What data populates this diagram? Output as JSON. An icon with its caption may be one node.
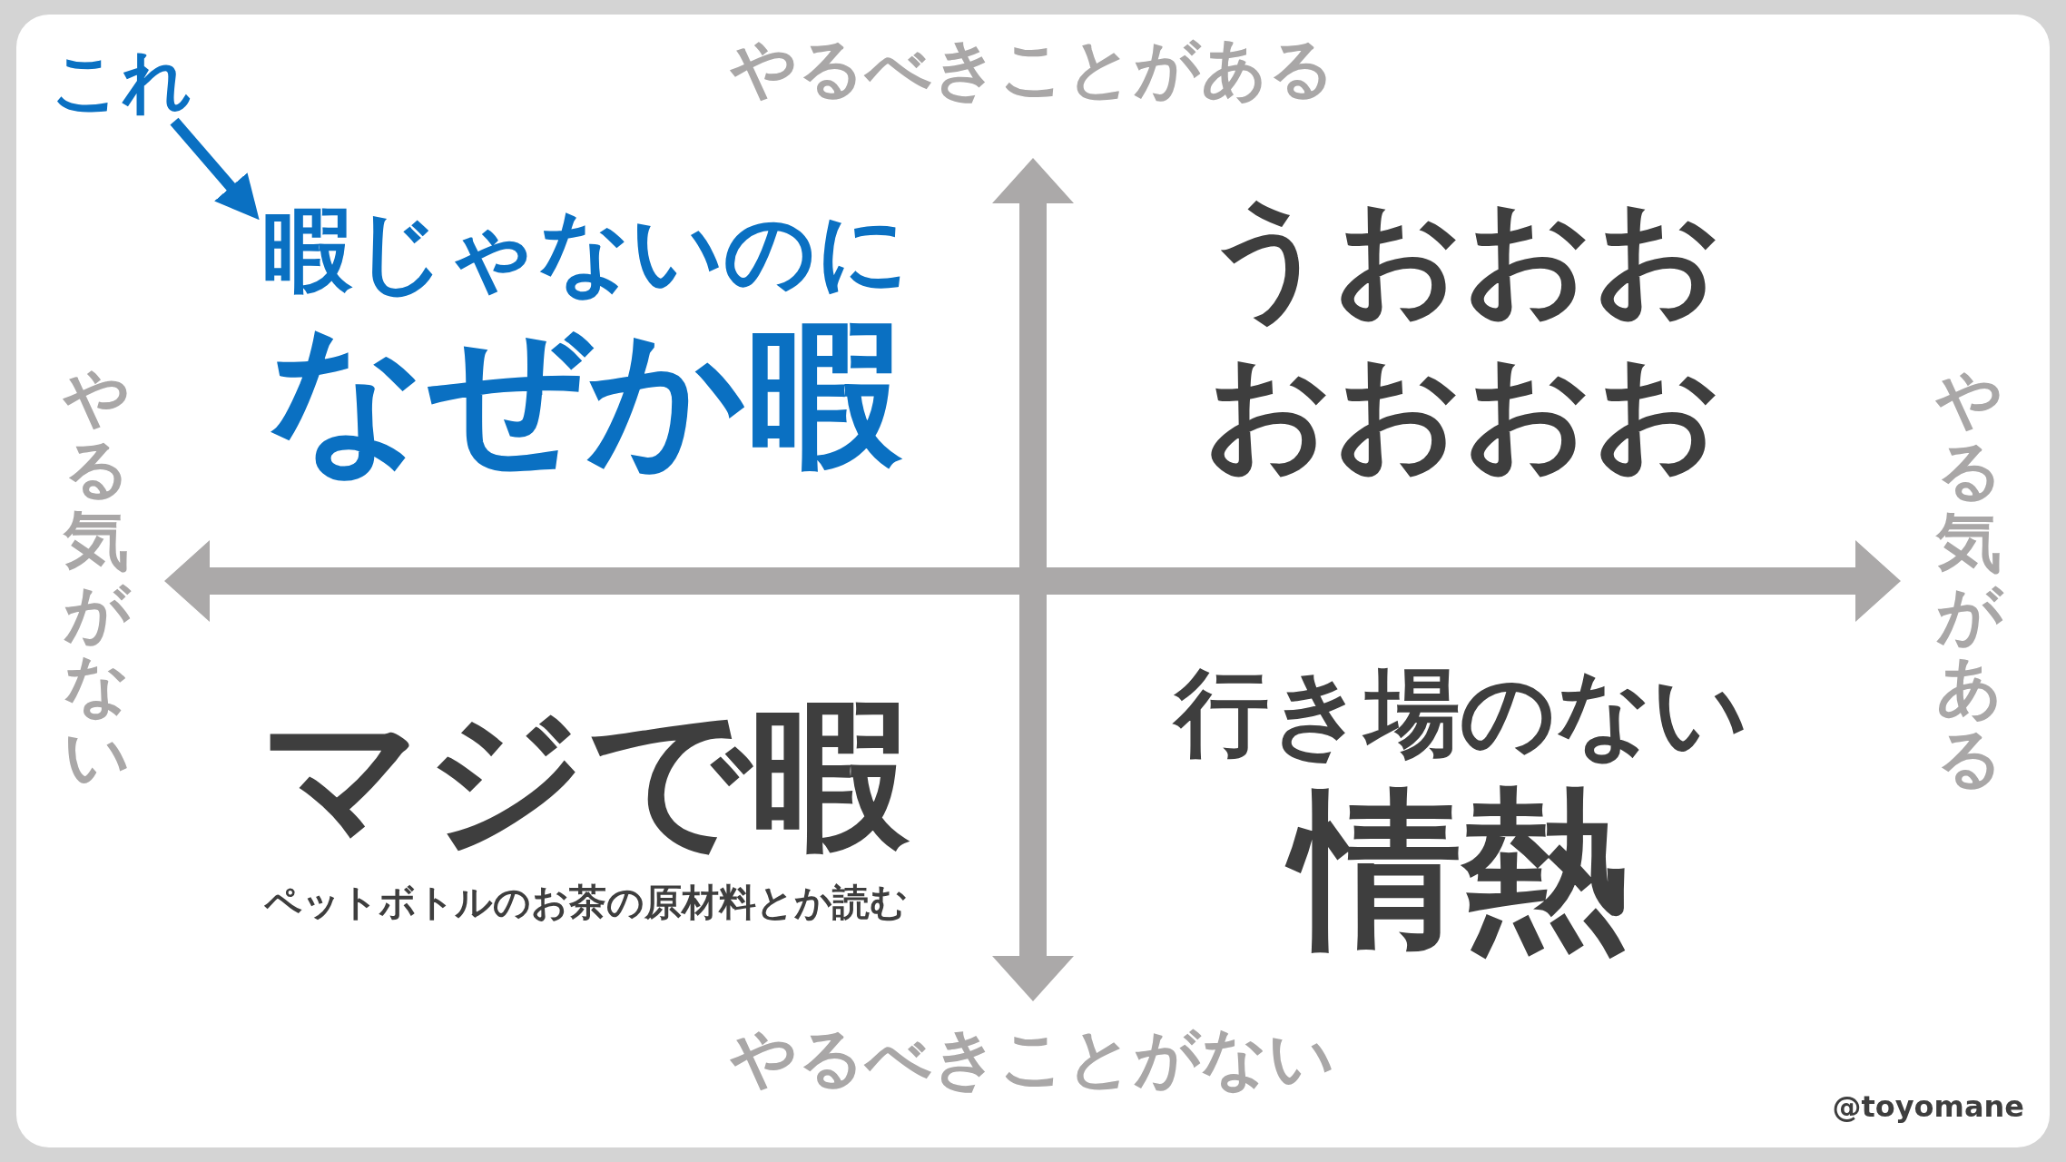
{
  "diagram": {
    "nodes": [
      {
        "text": [
          "これ"
        ]
      },
      {
        "text": [
          "暇じゃないのに",
          "なぜか暇"
        ]
      }
    ],
    "edges": [
      {
        "from": 0,
        "to": 1,
        "arrow": "to"
      }
    ],
    "labels": [
      "やるべきことがある",
      "やる気がない",
      "やる気がある",
      "うおおおおおおお",
      "マジで暇",
      "ペットボトルのお茶の原材料とか読む",
      "行き場のない",
      "情熱",
      "やるべきことがない",
      "@toyomane"
    ]
  }
}
